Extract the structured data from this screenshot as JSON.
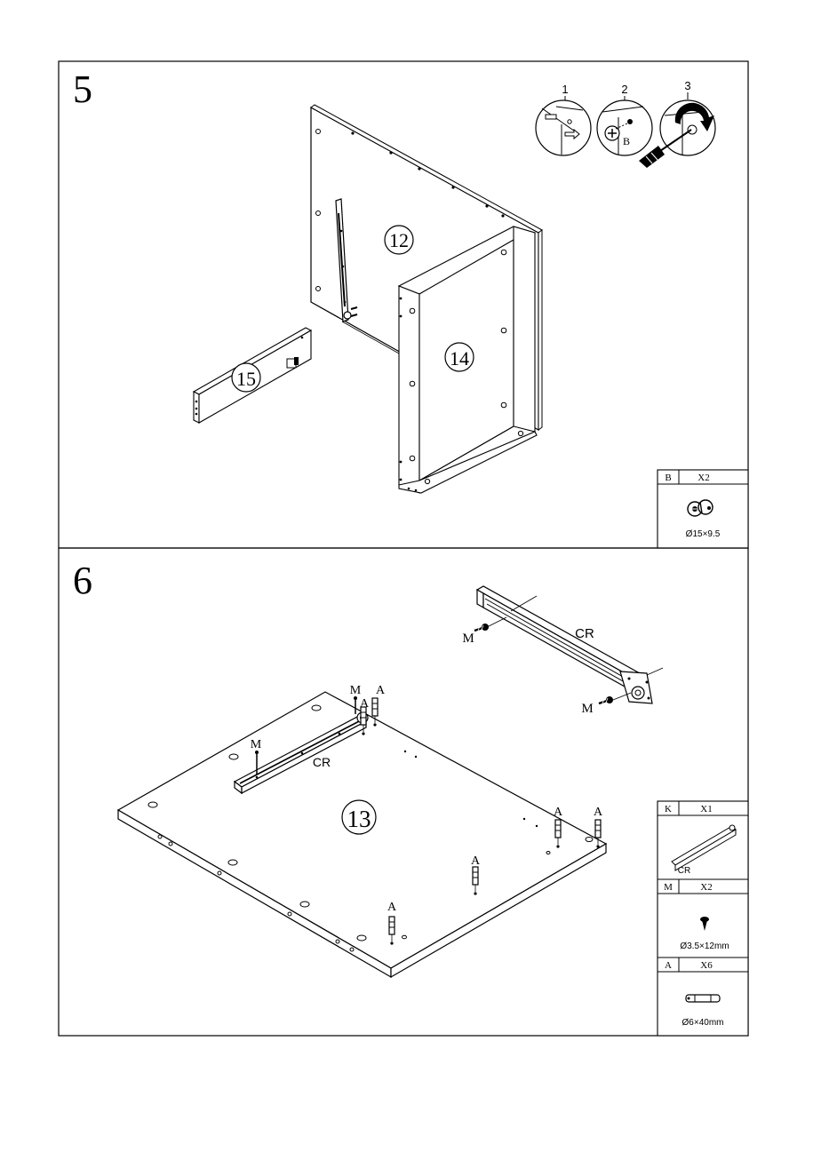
{
  "step5": {
    "number": "5",
    "part_labels": {
      "p12": "12",
      "p14": "14",
      "p15": "15"
    },
    "sequence_steps": [
      "1",
      "2",
      "3"
    ],
    "sequence_letter": "B",
    "hardware": [
      {
        "code": "B",
        "qty": "X2",
        "size": "Ø15×9.5"
      }
    ]
  },
  "step6": {
    "number": "6",
    "part_label_13": "13",
    "rail_label": "CR",
    "screw_letter": "M",
    "dowel_letter": "A",
    "hardware": [
      {
        "code": "K",
        "qty": "X1",
        "size": "CR"
      },
      {
        "code": "M",
        "qty": "X2",
        "size": "Ø3.5×12mm"
      },
      {
        "code": "A",
        "qty": "X6",
        "size": "Ø6×40mm"
      }
    ]
  }
}
